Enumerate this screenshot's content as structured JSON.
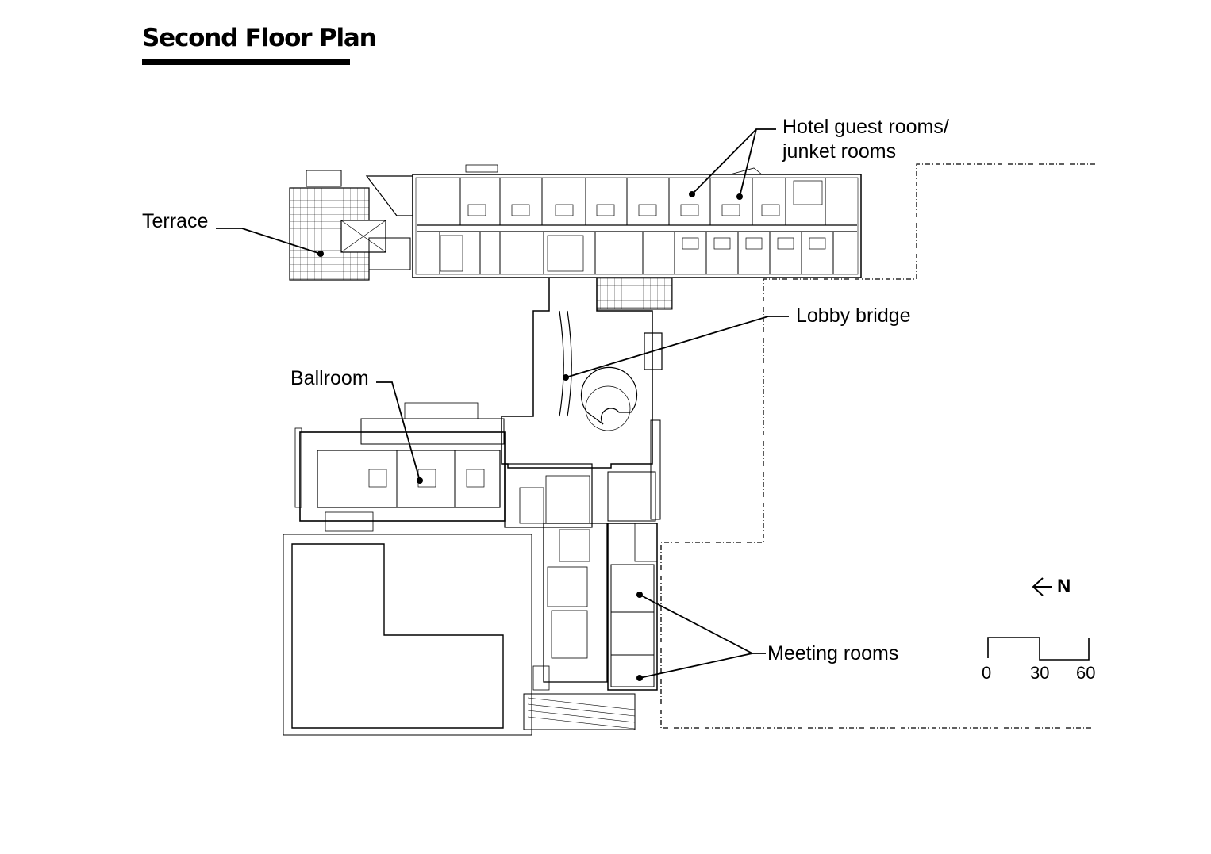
{
  "title": "Second Floor Plan",
  "labels": {
    "hotel_line1": "Hotel guest rooms/",
    "hotel_line2": "junket rooms",
    "terrace": "Terrace",
    "lobby_bridge": "Lobby bridge",
    "ballroom": "Ballroom",
    "meeting_rooms": "Meeting rooms"
  },
  "north": "N",
  "scale": {
    "ticks": [
      "0",
      "30",
      "60"
    ]
  },
  "colors": {
    "ink": "#000000",
    "paper": "#ffffff"
  }
}
